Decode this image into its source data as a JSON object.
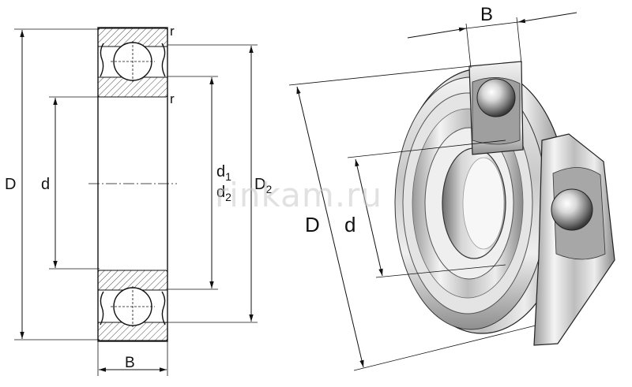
{
  "section_view": {
    "label_D": "D",
    "label_d": "d",
    "label_d1": "d",
    "label_d1_sub": "1",
    "label_d2": "d",
    "label_d2_sub": "2",
    "label_D2": "D",
    "label_D2_sub": "2",
    "label_B": "B",
    "label_r_top": "r",
    "label_r_bottom": "r"
  },
  "perspective_view": {
    "label_B": "B",
    "label_D": "D",
    "label_d": "d"
  },
  "watermark": "rinkam.ru"
}
